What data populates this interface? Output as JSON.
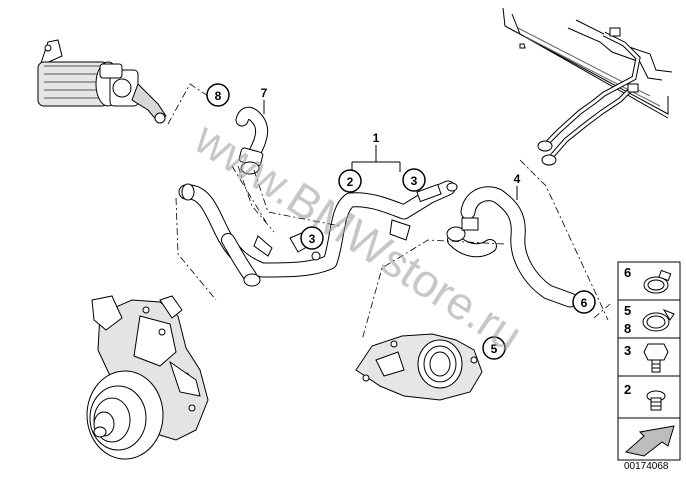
{
  "watermark": "www.BMWstore.ru",
  "callouts": {
    "c1": "1",
    "c2": "2",
    "c3a": "3",
    "c3b": "3",
    "c4": "4",
    "c5": "5",
    "c6": "6",
    "c7": "7",
    "c8": "8"
  },
  "legend": {
    "r6": "6",
    "r5": "5",
    "r8": "8",
    "r3": "3",
    "r2": "2"
  },
  "document_id": "00174068",
  "colors": {
    "line": "#000000",
    "part_fill": "#ffffff",
    "watermark": "#9a9a9a"
  }
}
